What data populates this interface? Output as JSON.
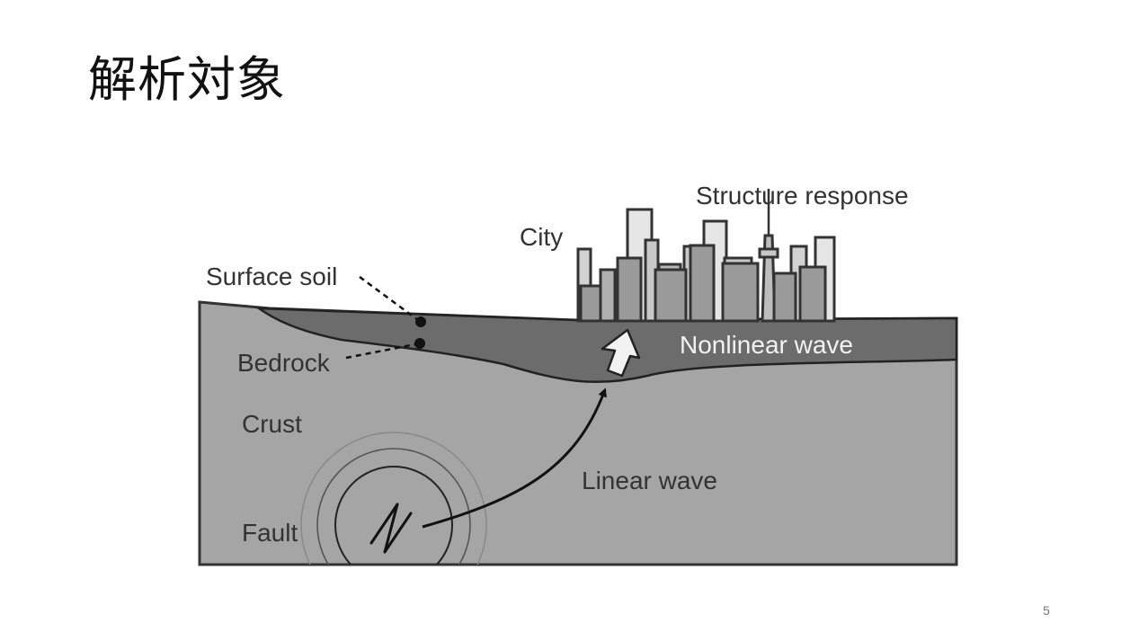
{
  "slide": {
    "title": "解析対象",
    "page_number": "5"
  },
  "diagram": {
    "labels": {
      "structure_response": "Structure response",
      "city": "City",
      "surface_soil": "Surface soil",
      "bedrock": "Bedrock",
      "nonlinear_wave": "Nonlinear wave",
      "crust": "Crust",
      "linear_wave": "Linear wave",
      "fault": "Fault"
    }
  }
}
